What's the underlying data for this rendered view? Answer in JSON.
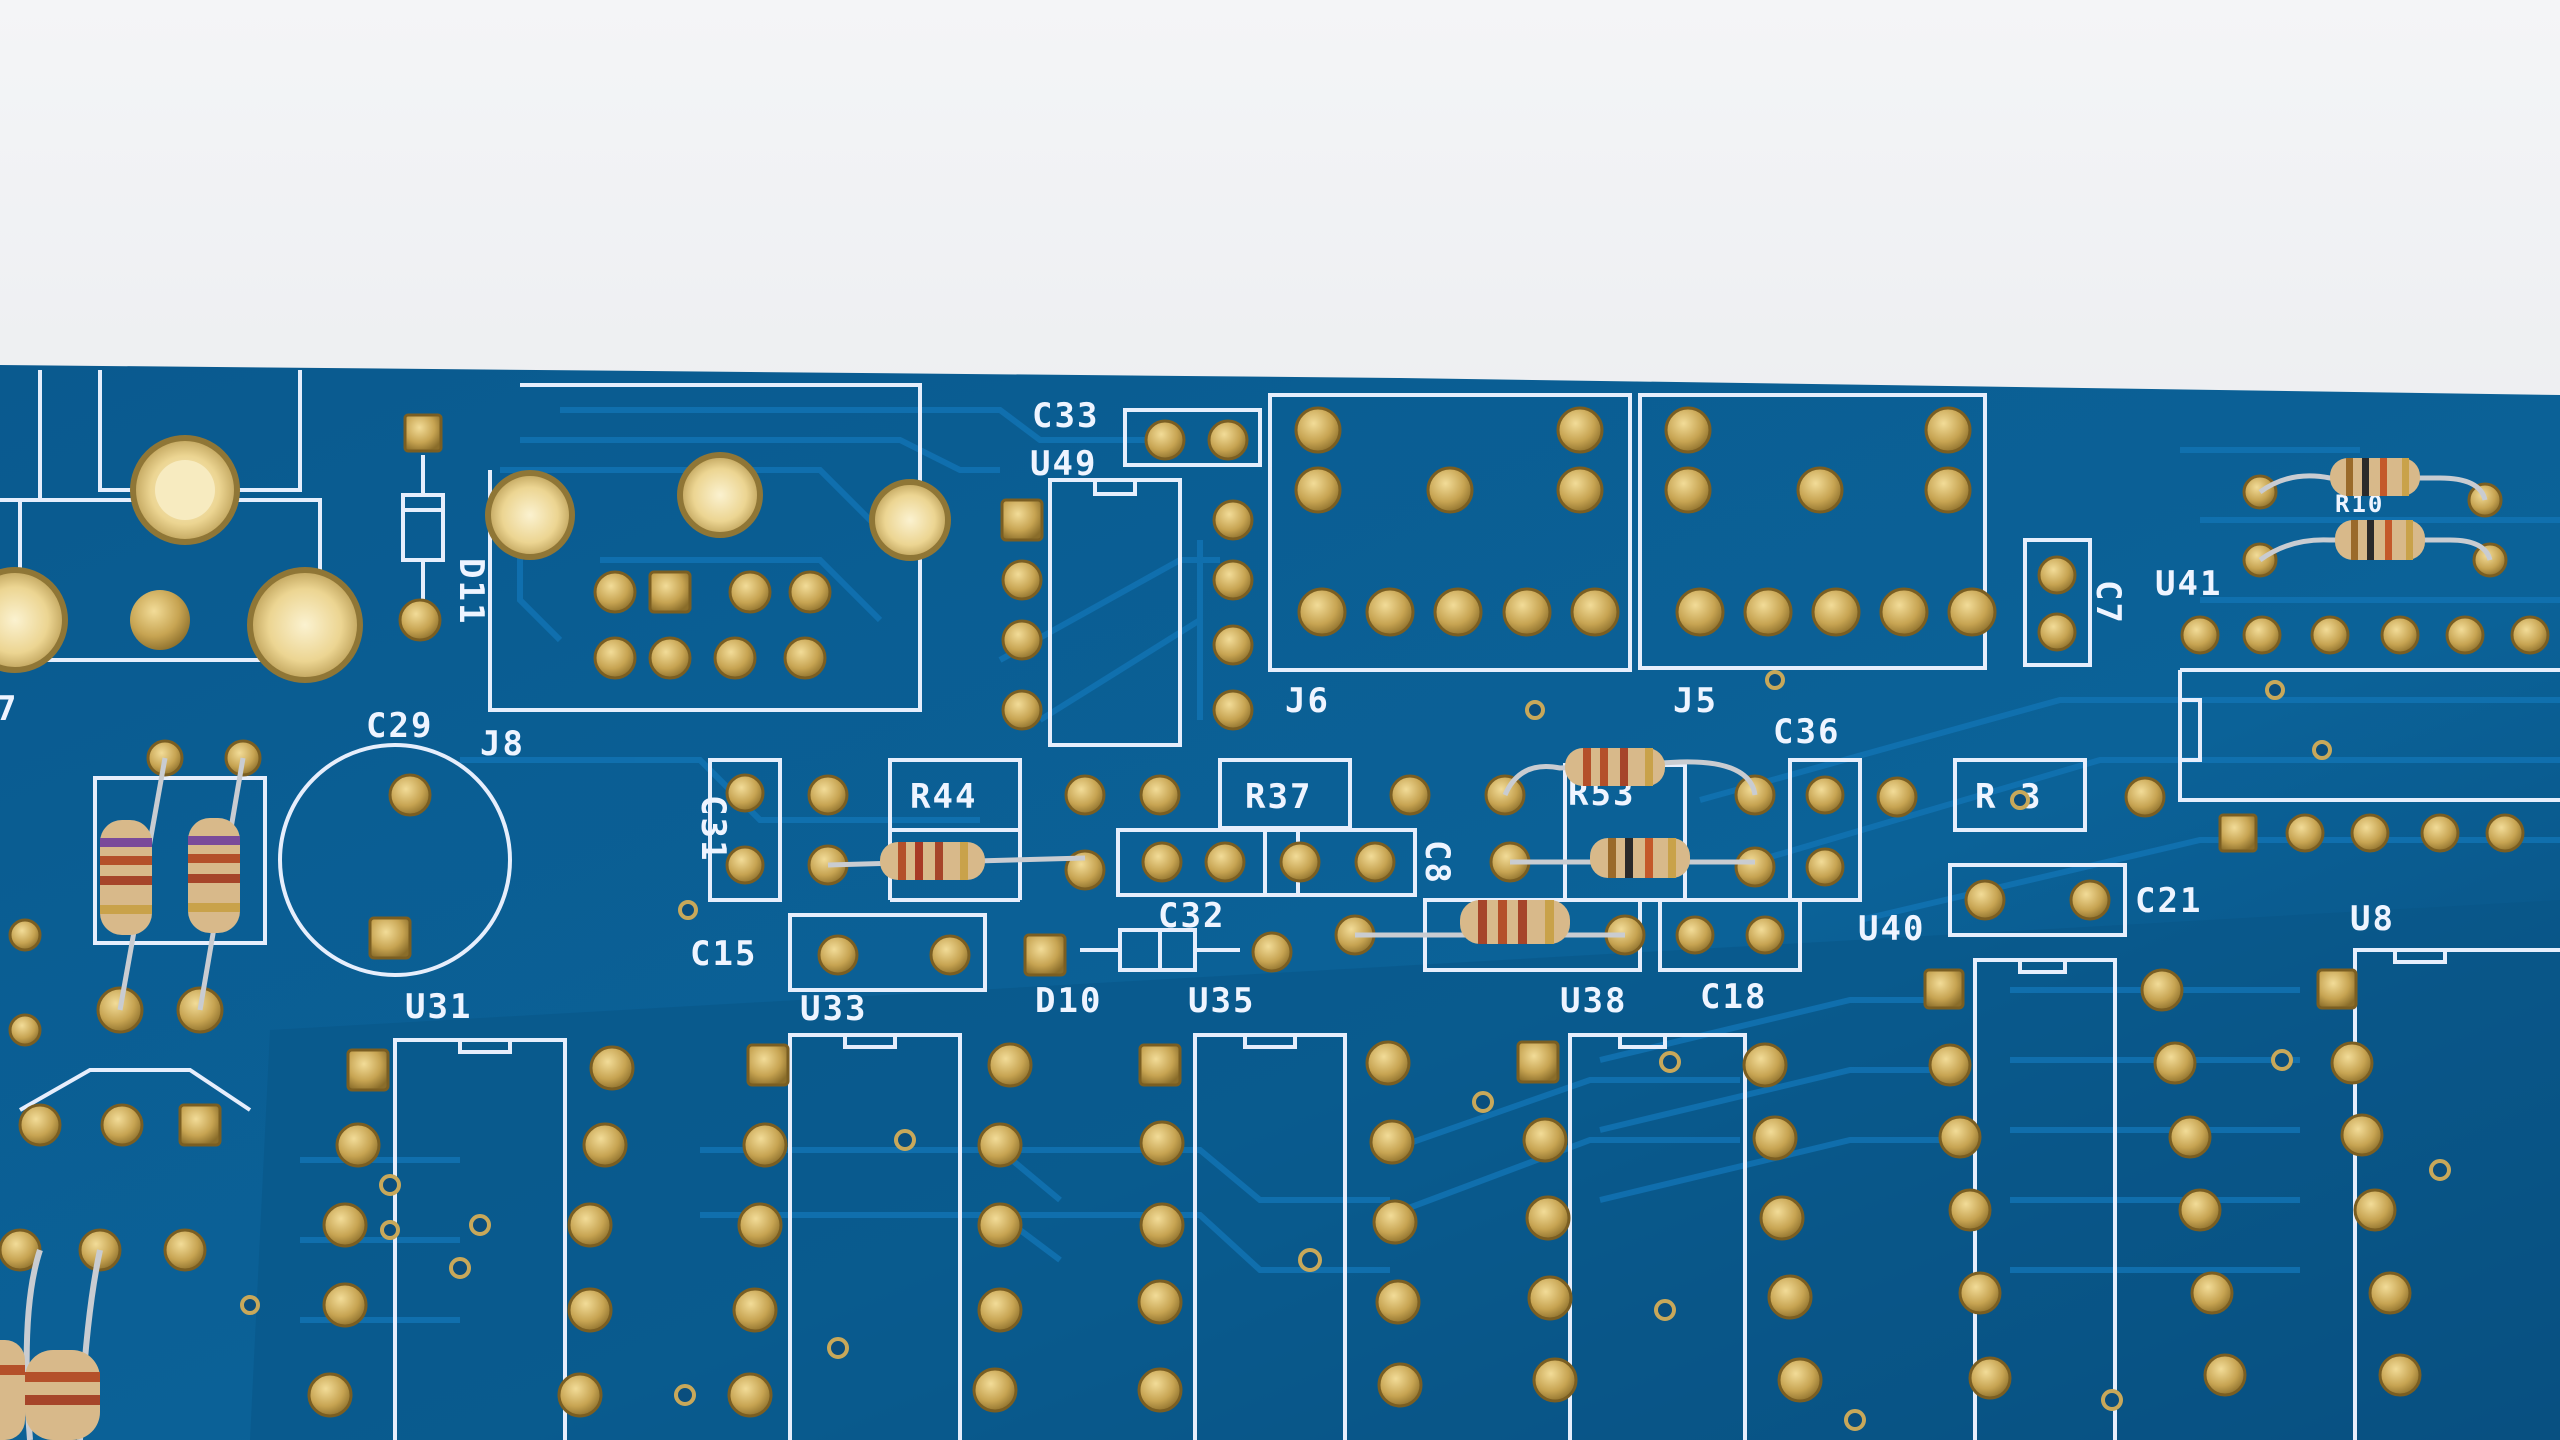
{
  "colors": {
    "background": "#eceef1",
    "board": "#0b5d93",
    "board_dark": "#073f6a",
    "trace": "#0e6aa6",
    "silkscreen": "#eef4ff",
    "pad": "#c6a85a",
    "resistor_body": "#d6b98a"
  },
  "labels": {
    "c33": "C33",
    "u49": "U49",
    "d11": "D11",
    "c29": "C29",
    "j8": "J8",
    "j6": "J6",
    "j5": "J5",
    "c7": "C7",
    "u41": "U41",
    "c36": "C36",
    "r44": "R44",
    "r37": "R37",
    "r53": "R53",
    "r43": "R 3",
    "c31": "C31",
    "c8": "C8",
    "c15": "C15",
    "c32": "C32",
    "d10": "D10",
    "u35": "U35",
    "u33": "U33",
    "u31": "U31",
    "u38": "U38",
    "c18": "C18",
    "u40": "U40",
    "c21": "C21",
    "u8": "U8",
    "r10": "R10",
    "edge7": "7"
  }
}
